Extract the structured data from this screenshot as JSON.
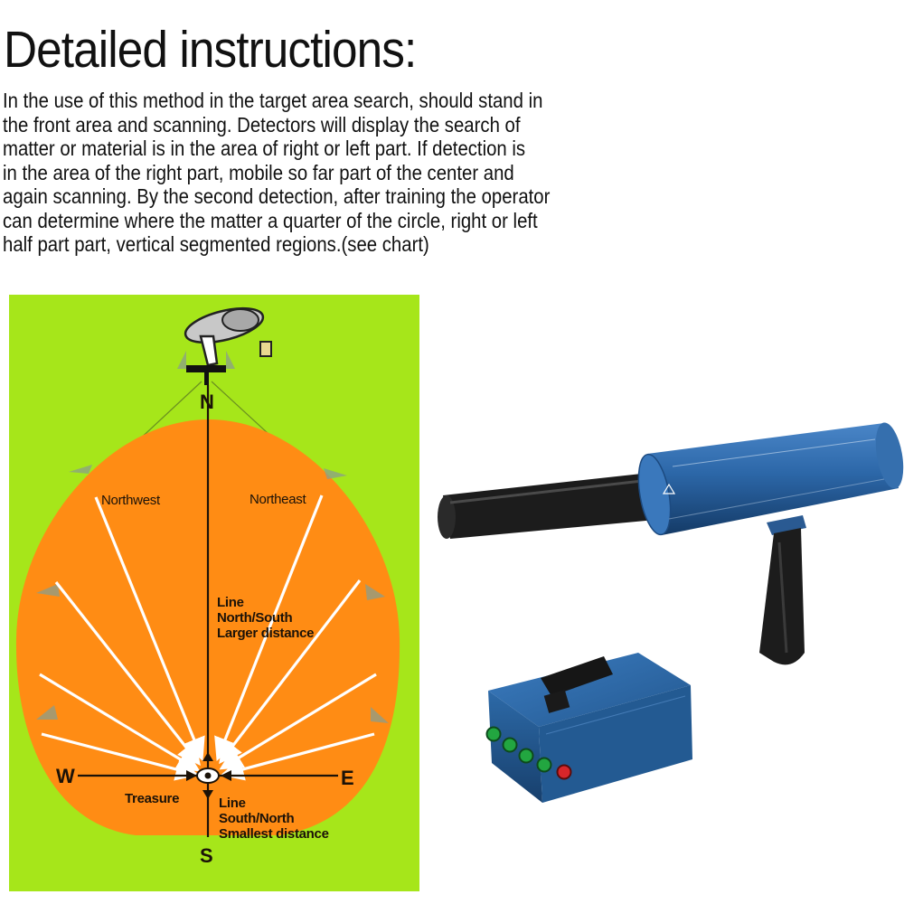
{
  "header": {
    "title": "Detailed instructions:"
  },
  "instructions": {
    "lines": [
      "In the use of this method in the target area search, should stand in",
      "the front area and scanning. Detectors will display the search of",
      "matter or material is in the area of right or left part. If detection is",
      "in the area of the right part, mobile so far part of the center and",
      "again scanning. By the second detection, after training the operator",
      "can determine where the matter a quarter of the circle, right or left",
      "half part part, vertical segmented regions.(see chart)"
    ]
  },
  "diagram": {
    "directions": {
      "north": "N",
      "south": "S",
      "west": "W",
      "east": "E"
    },
    "labels": {
      "northwest": "Northwest",
      "northeast": "Northeast",
      "line_ns_1": "Line",
      "line_ns_2": "North/South",
      "line_ns_3": "Larger distance",
      "treasure": "Treasure",
      "line_sn_1": "Line",
      "line_sn_2": "South/North",
      "line_sn_3": "Smallest distance"
    },
    "colors": {
      "background": "#a6e61a",
      "search_area": "#ff8c14",
      "rays": "#ffffff",
      "axis": "#1b1208"
    }
  },
  "product": {
    "colors": {
      "body": "#2c67a8",
      "grip": "#1c1c1c",
      "button_green": "#22a640",
      "button_red": "#d8262a"
    }
  }
}
